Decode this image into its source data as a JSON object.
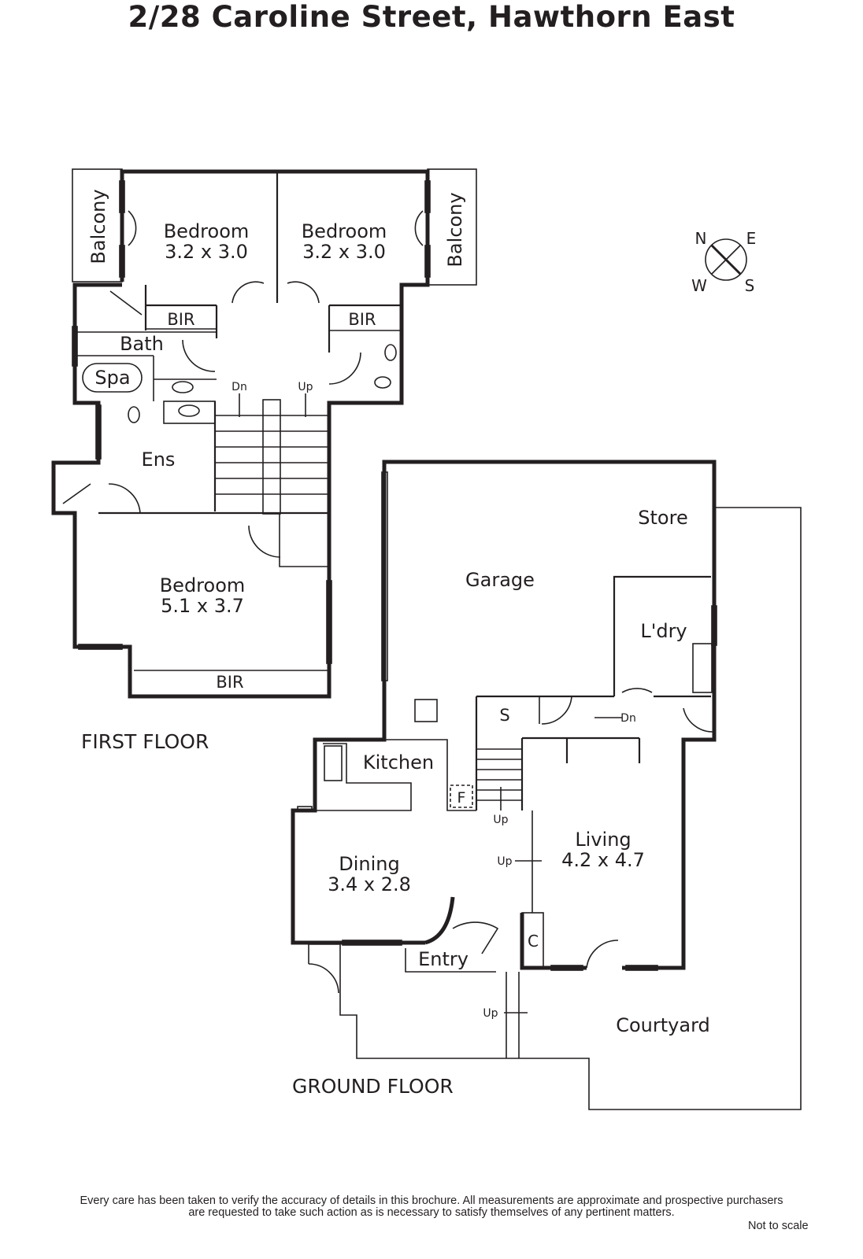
{
  "title": "2/28 Caroline Street, Hawthorn East",
  "first_floor": {
    "label": "FIRST FLOOR",
    "rooms": {
      "balcony_left": "Balcony",
      "balcony_right": "Balcony",
      "bedroom1_name": "Bedroom",
      "bedroom1_size": "3.2 x 3.0",
      "bedroom2_name": "Bedroom",
      "bedroom2_size": "3.2 x 3.0",
      "bir_left": "BIR",
      "bir_right": "BIR",
      "bath": "Bath",
      "spa": "Spa",
      "ens": "Ens",
      "stair_dn": "Dn",
      "stair_up": "Up",
      "bedroom3_name": "Bedroom",
      "bedroom3_size": "5.1 x 3.7",
      "bir_bottom": "BIR"
    }
  },
  "ground_floor": {
    "label": "GROUND FLOOR",
    "rooms": {
      "garage": "Garage",
      "store": "Store",
      "laundry": "L'dry",
      "s": "S",
      "dn": "Dn",
      "kitchen": "Kitchen",
      "f": "F",
      "up1": "Up",
      "up2": "Up",
      "up3": "Up",
      "living_name": "Living",
      "living_size": "4.2 x 4.7",
      "dining_name": "Dining",
      "dining_size": "3.4 x 2.8",
      "c": "C",
      "entry": "Entry",
      "courtyard": "Courtyard"
    }
  },
  "compass": {
    "n": "N",
    "e": "E",
    "s": "S",
    "w": "W"
  },
  "disclaimer_line1": "Every care has been taken to verify the accuracy of details in this brochure.  All measurements are approximate and prospective purchasers",
  "disclaimer_line2": "are requested to take such action as is necessary to satisfy themselves of any pertinent matters.",
  "not_to_scale": "Not to scale"
}
